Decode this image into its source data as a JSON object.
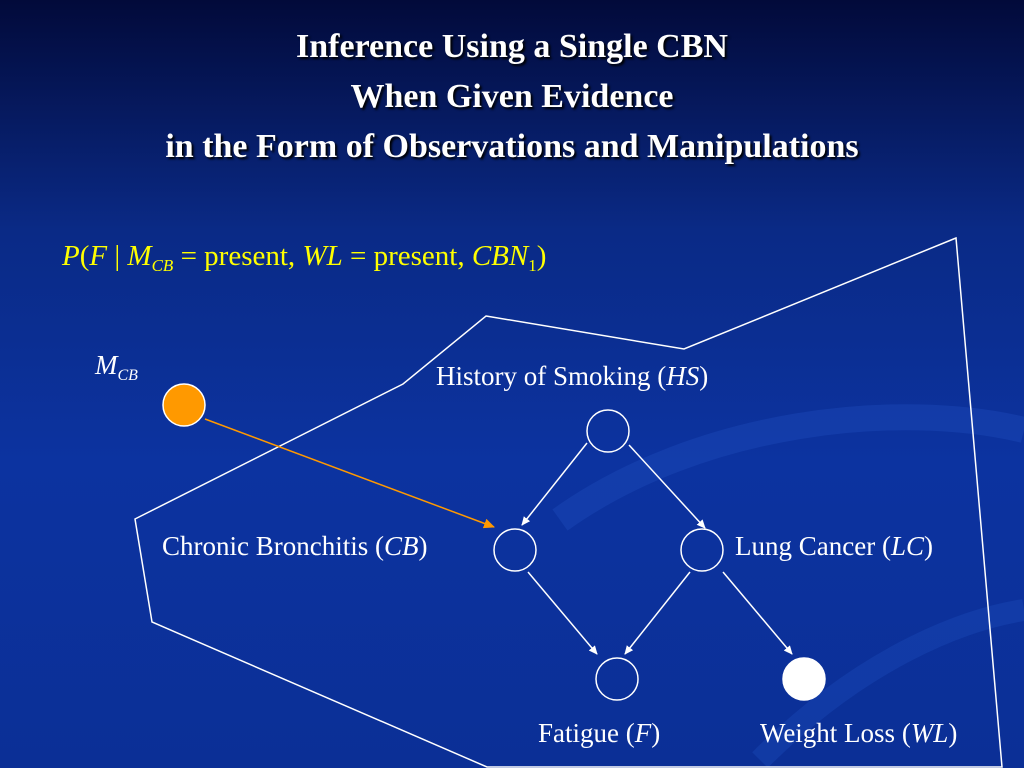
{
  "title": {
    "line1": "Inference Using a Single CBN",
    "line2": "When Given Evidence",
    "line3": "in the Form of Observations and Manipulations"
  },
  "query": {
    "p": "P",
    "open": "(",
    "f": "F",
    "bar": " | ",
    "m": "M",
    "m_sub": "CB",
    "eq1": " = present, ",
    "wl": "WL",
    "eq2": " = present, ",
    "cbn": "CBN",
    "cbn_sub": "1",
    "close": ")"
  },
  "manip_label": {
    "m": "M",
    "sub": "CB"
  },
  "nodes": {
    "hs": {
      "text": "History of Smoking (",
      "abbr": "HS",
      "close": ")"
    },
    "cb": {
      "text": "Chronic Bronchitis (",
      "abbr": "CB",
      "close": ")"
    },
    "lc": {
      "text": "Lung Cancer (",
      "abbr": "LC",
      "close": ")"
    },
    "f": {
      "text": "Fatigue (",
      "abbr": "F",
      "close": ")"
    },
    "wl": {
      "text": "Weight Loss (",
      "abbr": "WL",
      "close": ")"
    }
  },
  "colors": {
    "manipulation": "#ff9900",
    "query_text": "#ffff00",
    "observed": "#ffffff",
    "edge": "#ffffff"
  }
}
